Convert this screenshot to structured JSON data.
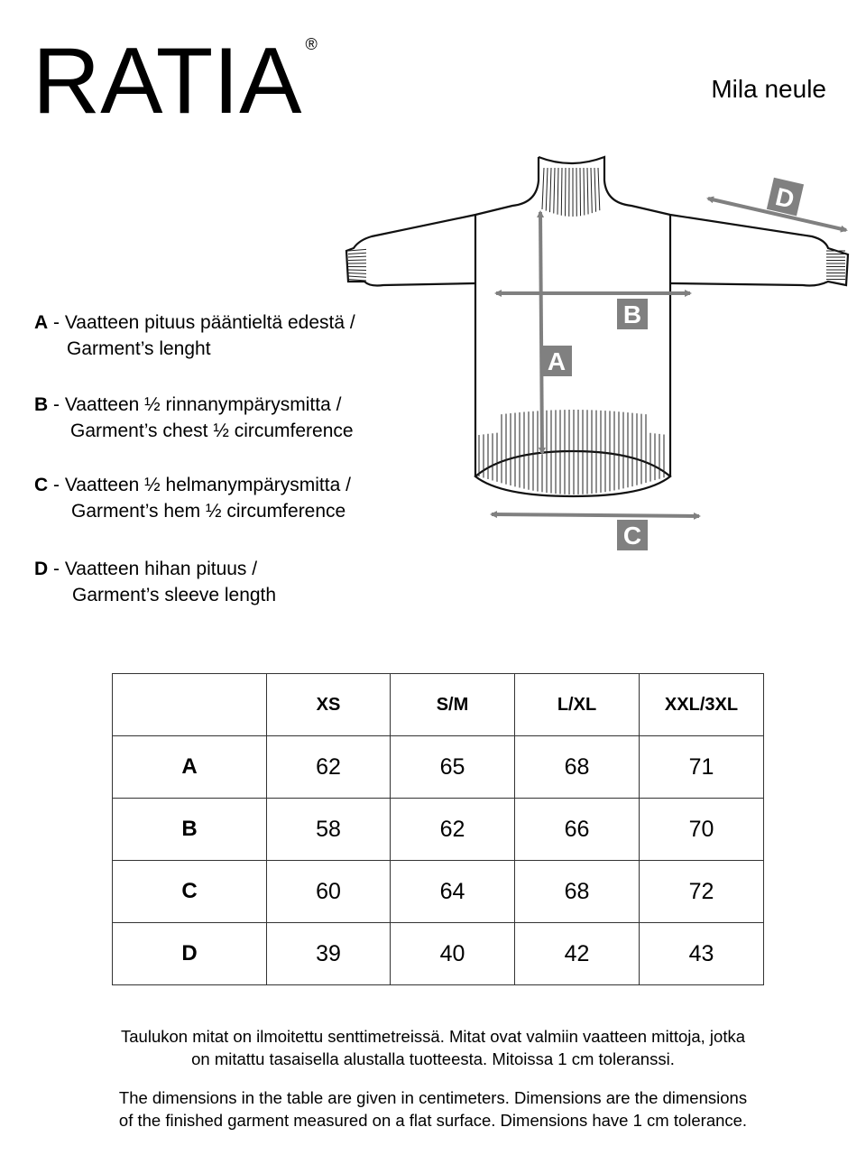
{
  "brand": {
    "logo": "RATIA",
    "registered": "®"
  },
  "product_name": "Mila neule",
  "diagram": {
    "labels": [
      "A",
      "B",
      "C",
      "D"
    ],
    "arrow_color": "#808080",
    "label_bg": "#808080"
  },
  "legend": [
    {
      "key": "A",
      "line1": " - Vaatteen pituus pääntieltä edestä /",
      "line2": "Garment’s lenght"
    },
    {
      "key": "B",
      "line1": " - Vaatteen ½ rinnanympärysmitta /",
      "line2": "Garment’s chest ½ circumference"
    },
    {
      "key": "C",
      "line1": " - Vaatteen ½ helmanympärysmitta /",
      "line2": "Garment’s hem ½ circumference"
    },
    {
      "key": "D",
      "line1": " - Vaatteen hihan pituus /",
      "line2": "Garment’s sleeve length"
    }
  ],
  "table": {
    "headers": [
      "",
      "XS",
      "S/M",
      "L/XL",
      "XXL/3XL"
    ],
    "rows": [
      {
        "label": "A",
        "values": [
          "62",
          "65",
          "68",
          "71"
        ]
      },
      {
        "label": "B",
        "values": [
          "58",
          "62",
          "66",
          "70"
        ]
      },
      {
        "label": "C",
        "values": [
          "60",
          "64",
          "68",
          "72"
        ]
      },
      {
        "label": "D",
        "values": [
          "39",
          "40",
          "42",
          "43"
        ]
      }
    ]
  },
  "notes": {
    "fi_1": "Taulukon mitat on ilmoitettu senttimetreissä. Mitat ovat valmiin vaatteen mittoja, jotka",
    "fi_2": "on mitattu tasaisella alustalla tuotteesta. Mitoissa 1 cm toleranssi.",
    "en_1": "The dimensions in the table are given in centimeters. Dimensions are the dimensions",
    "en_2": "of the finished garment measured on a flat surface. Dimensions have 1 cm tolerance."
  }
}
